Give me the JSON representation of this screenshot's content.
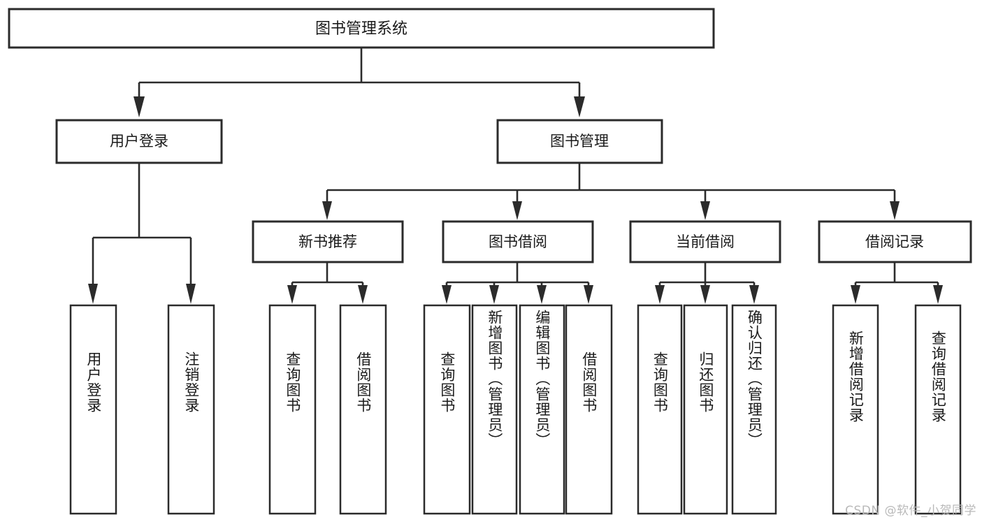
{
  "diagram": {
    "title_node": {
      "label": "图书管理系统"
    },
    "level1": [
      {
        "label": "用户登录"
      },
      {
        "label": "图书管理"
      }
    ],
    "level2": [
      {
        "label": "新书推荐"
      },
      {
        "label": "图书借阅"
      },
      {
        "label": "当前借阅"
      },
      {
        "label": "借阅记录"
      }
    ],
    "leaves": {
      "user_login": [
        {
          "label": "用户登录"
        },
        {
          "label": "注销登录"
        }
      ],
      "new_book_recommend": [
        {
          "label": "查询图书"
        },
        {
          "label": "借阅图书"
        }
      ],
      "book_borrow": [
        {
          "label": "查询图书"
        },
        {
          "label": "新增图书（管理员）"
        },
        {
          "label": "编辑图书（管理员）"
        },
        {
          "label": "借阅图书"
        }
      ],
      "current_borrow": [
        {
          "label": "查询图书"
        },
        {
          "label": "归还图书"
        },
        {
          "label": "确认归还（管理员）"
        }
      ],
      "borrow_record": [
        {
          "label": "新增借阅记录"
        },
        {
          "label": "查询借阅记录"
        }
      ]
    }
  },
  "watermark": {
    "text": "CSDN @软件_小贺同学"
  },
  "colors": {
    "stroke": "#2b2b2b",
    "fill": "#ffffff",
    "text": "#1a1a1a",
    "watermark": "#b9b9b9"
  }
}
